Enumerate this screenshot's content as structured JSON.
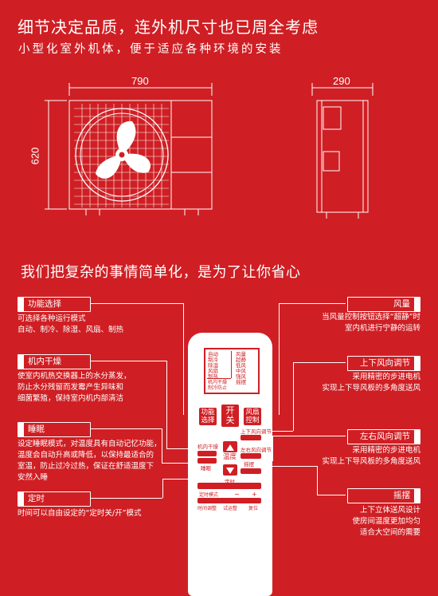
{
  "header": {
    "title": "细节决定品质，连外机尺寸也已周全考虑",
    "subtitle": "小型化室外机体，便于适应各种环境的安装"
  },
  "dimensions": {
    "width": "790",
    "height": "620",
    "depth": "290"
  },
  "section2": {
    "title": "我们把复杂的事情简单化，是为了让你省心"
  },
  "features": {
    "mode": {
      "label": "功能选择",
      "desc": [
        "可选择各种运行模式",
        "自动、制冷、除湿、风扇、制热"
      ]
    },
    "dry": {
      "label": "机内干燥",
      "desc": [
        "使室内机热交换器上的水分蒸发，",
        "防止水分残留而发霉产生异味和",
        "细菌繁殖，保持室内机内部清洁"
      ]
    },
    "sleep": {
      "label": "睡眠",
      "desc": [
        "设定睡眠模式，对温度具有自动记忆功能，",
        "温度会自动升高或降低，以保持最适合的",
        "室温，防止过冷过热，保证在舒适温度下",
        "安然入睡"
      ]
    },
    "timer": {
      "label": "定时",
      "desc": [
        "时间可以自由设定的“定时关/开”模式"
      ]
    },
    "fan": {
      "label": "风量",
      "desc": [
        "当风量控制按钮选择“超静”时",
        "室内机进行宁静的运转"
      ]
    },
    "updown": {
      "label": "上下风向调节",
      "desc": [
        "采用精密的步进电机",
        "实现上下导风板的多角度送风"
      ]
    },
    "leftright": {
      "label": "左右风向调节",
      "desc": [
        "采用精密的步进电机",
        "实现上下导风板的多角度送风"
      ]
    },
    "swing": {
      "label": "摇摆",
      "desc": [
        "上下立体送风设计",
        "使房间温度更加均匀",
        "适合大空间的需要"
      ]
    }
  },
  "remote": {
    "screen_left": "自动\n制冷\n除湿\n风扇\n制热",
    "screen_right": "风量\n超静\n低风\n中风\n强风\n摇摆",
    "screen_bottom": "机内干燥\n制冷防止",
    "btn_mode": "功能\n选择",
    "btn_power": "开\n关",
    "btn_fan": "风扇\n控制",
    "label_updown": "上下风向调节",
    "label_dry": "机内干燥",
    "label_temp": "温度",
    "label_leftright": "左右风向调节",
    "label_sleep": "睡眠",
    "label_swing": "摇摆",
    "label_timer": "定时",
    "label_timer_mode": "定时模式",
    "label_time_adjust": "时间调整",
    "label_test": "试运整",
    "label_reset": "复位",
    "sym_minus": "−",
    "sym_plus": "+"
  }
}
